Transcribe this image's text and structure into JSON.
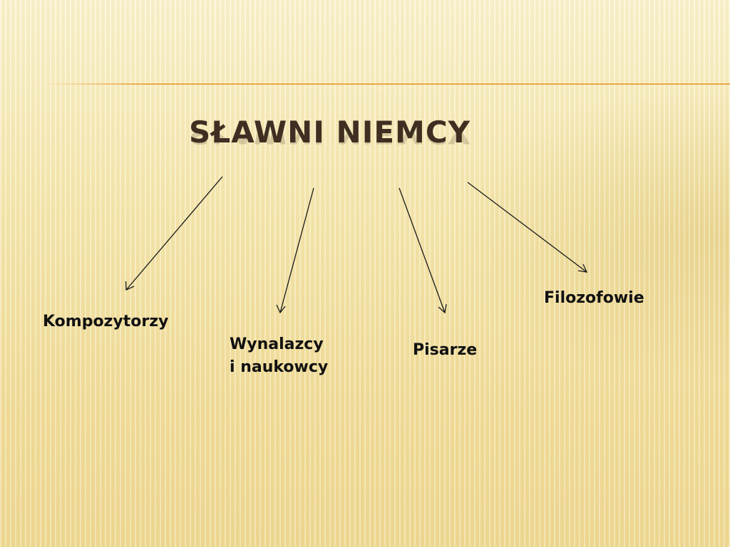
{
  "title": "SŁAWNI NIEMCY",
  "categories": {
    "composers": "Kompozytorzy",
    "inventors": "Wynalazcy\ni naukowcy",
    "writers": "Pisarze",
    "philosophers": "Filozofowie"
  },
  "colors": {
    "title": "#3f2f22",
    "text": "#111111",
    "accent_line": "#e9a94a",
    "background": "#f3e3a6"
  }
}
